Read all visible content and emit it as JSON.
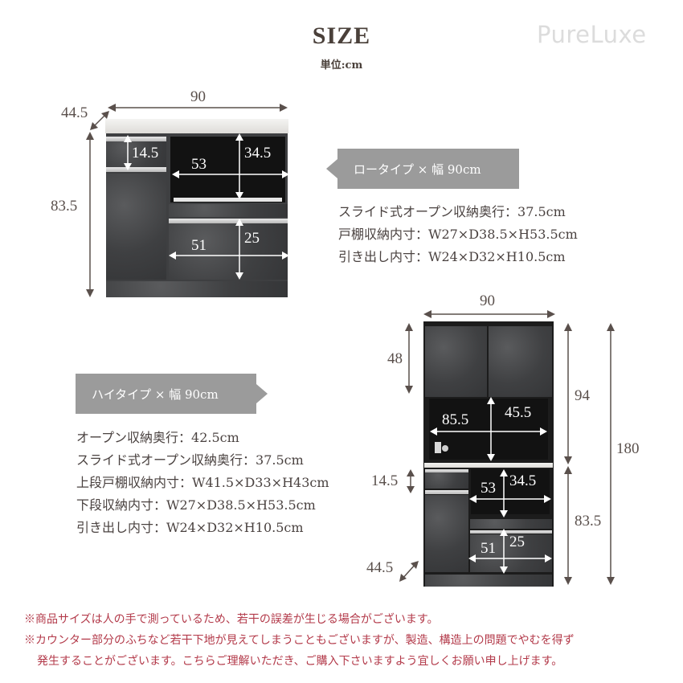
{
  "header": {
    "title": "SIZE",
    "unit": "単位:cm",
    "brand": "PureLuxe"
  },
  "low_type": {
    "tag": "ロータイプ × 幅 90cm",
    "dimensions": {
      "width": "90",
      "depth": "44.5",
      "height": "83.5",
      "drawer_top": "14.5",
      "open_width": "53",
      "open_height": "34.5",
      "drawer_width": "51",
      "drawer_height": "25"
    },
    "specs": [
      "スライド式オープン収納奥行：37.5cm",
      "戸棚収納内寸：W27×D38.5×H53.5cm",
      "引き出し内寸：W24×D32×H10.5cm"
    ]
  },
  "high_type": {
    "tag": "ハイタイプ × 幅 90cm",
    "dimensions": {
      "width": "90",
      "upper_height": "48",
      "upper_total": "94",
      "total_height": "180",
      "open_width": "85.5",
      "open_height": "45.5",
      "drawer_top": "14.5",
      "lower_open_width": "53",
      "lower_open_height": "34.5",
      "lower_height": "83.5",
      "drawer_width": "51",
      "drawer_height": "25",
      "depth": "44.5"
    },
    "specs": [
      "オープン収納奥行：42.5cm",
      "スライド式オープン収納奥行：37.5cm",
      "上段戸棚収納内寸：W41.5×D33×H43cm",
      "下段収納内寸：W27×D38.5×H53.5cm",
      "引き出し内寸：W24×D32×H10.5cm"
    ]
  },
  "notes": [
    "※商品サイズは人の手で測っているため、若干の誤差が生じる場合がございます。",
    "※カウンター部分のふちなど若干下地が見えてしまうこともございますが、製造、構造上の問題でやむを得ず",
    "発生することがございます。こちらご理解いただき、ご購入下さいますよう宜しくお願い申し上げます。"
  ],
  "colors": {
    "tag_bg": "#9b9b9b",
    "note_text": "#b33a4a",
    "dimension_line": "#5a504c",
    "cabinet": "#3e3f41"
  }
}
